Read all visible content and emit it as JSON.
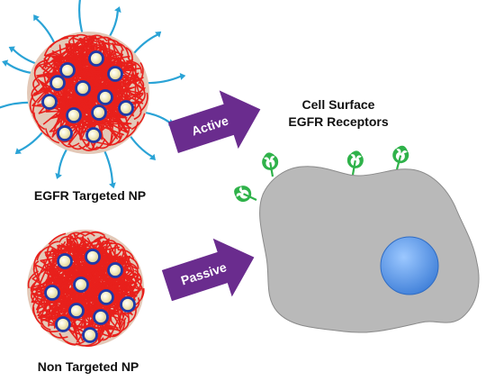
{
  "labels": {
    "targeted_np": "EGFR Targeted NP",
    "non_targeted_np": "Non Targeted NP",
    "cell_surface_line1": "Cell Surface",
    "cell_surface_line2": "EGFR Receptors",
    "active_arrow": "Active",
    "passive_arrow": "Passive"
  },
  "colors": {
    "polymer": "#e8201c",
    "np_core": "#e3c9b8",
    "ligand": "#2aa3d6",
    "arrow": "#6a2c8e",
    "cell": "#b9b9b9",
    "nucleus": "#4a8fe0",
    "receptor": "#2fb24a",
    "drug_dot": "#1f3aa8"
  },
  "icons": {
    "targeted_np": "targeted-nanoparticle-icon",
    "non_targeted_np": "nanoparticle-icon",
    "cell": "cell-icon",
    "nucleus": "nucleus-icon",
    "receptor": "egfr-receptor-icon"
  }
}
